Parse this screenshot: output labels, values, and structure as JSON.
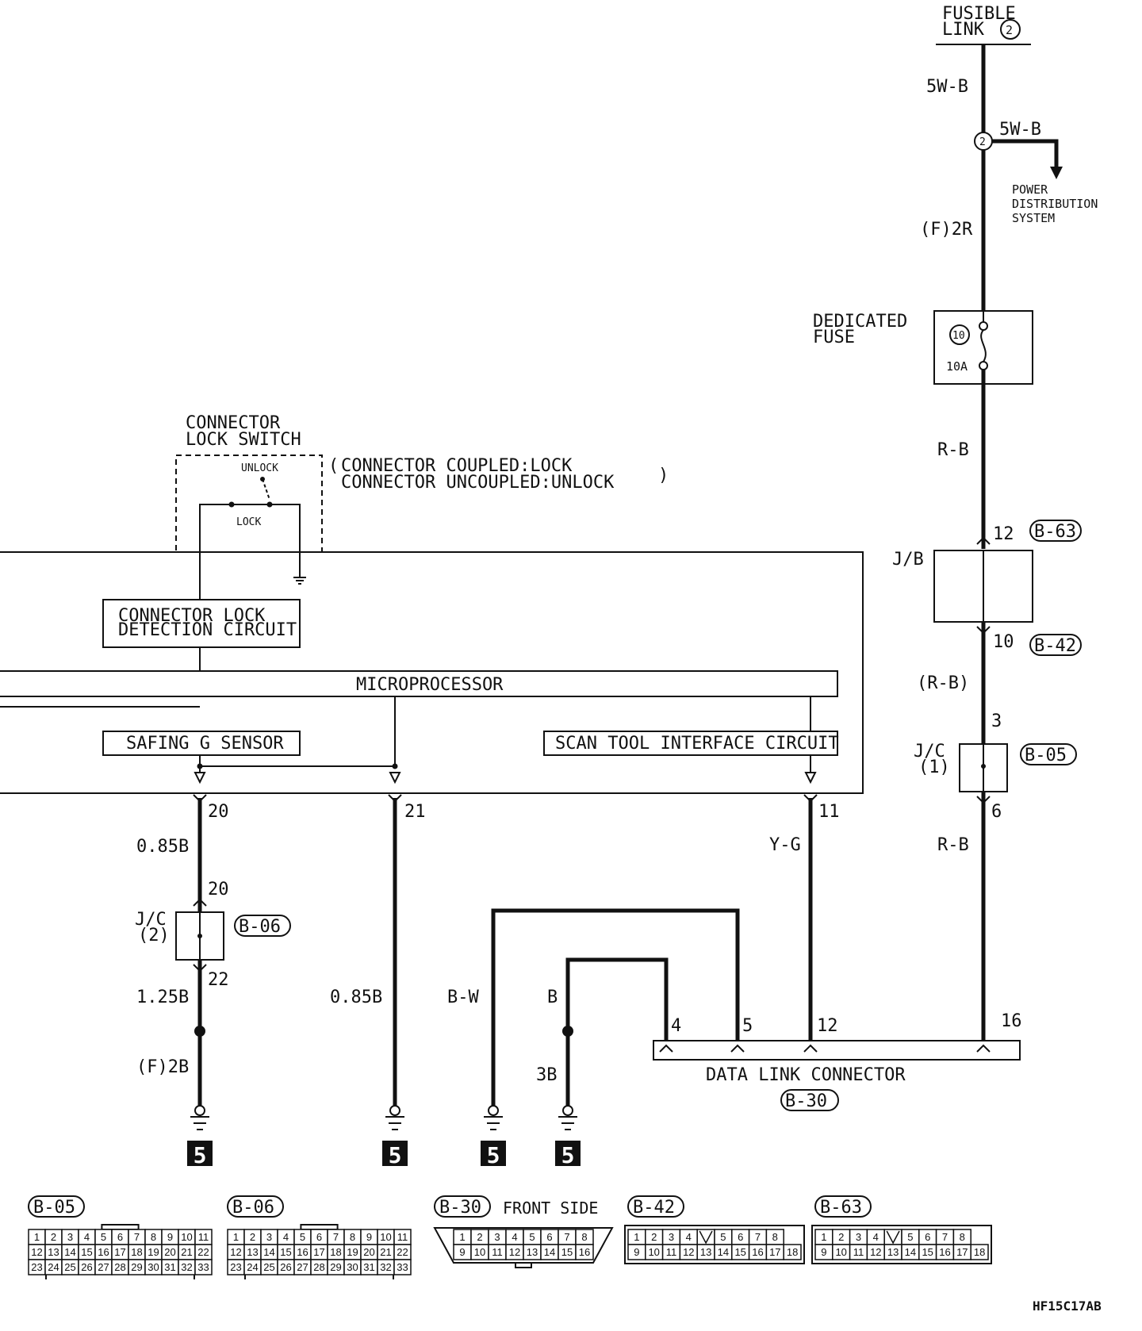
{
  "fusible_link": {
    "line1": "FUSIBLE",
    "line2": "LINK",
    "num": "2"
  },
  "wires": {
    "w_5wb_top": "5W-B",
    "w_5wb_branch": "5W-B",
    "w_f2r": "(F)2R",
    "w_rb1": "R-B",
    "w_rb_paren": "(R-B)",
    "w_rb2": "R-B",
    "w_085b_1": "0.85B",
    "w_125b": "1.25B",
    "w_f2b": "(F)2B",
    "w_085b_2": "0.85B",
    "w_bw": "B-W",
    "w_b": "B",
    "w_3b": "3B",
    "w_yg": "Y-G"
  },
  "splice_num": "2",
  "power_dist": {
    "line1": "POWER",
    "line2": "DISTRIBUTION",
    "line3": "SYSTEM"
  },
  "fuse": {
    "label1": "DEDICATED",
    "label2": "FUSE",
    "num": "10",
    "amp": "10A"
  },
  "jb": {
    "label": "J/B",
    "pin_top": "12",
    "conn_top": "B-63",
    "pin_bottom": "10",
    "conn_bottom": "B-42"
  },
  "jc1": {
    "label1": "J/C",
    "label2": "(1)",
    "pin_top": "3",
    "pin_bottom": "6",
    "conn": "B-05"
  },
  "jc2": {
    "label1": "J/C",
    "label2": "(2)",
    "pin_top": "20",
    "pin_bottom": "22",
    "conn": "B-06"
  },
  "lock_switch": {
    "title1": "CONNECTOR",
    "title2": "LOCK SWITCH",
    "unlock": "UNLOCK",
    "lock": "LOCK",
    "note1": "CONNECTOR COUPLED:LOCK",
    "note2": "CONNECTOR UNCOUPLED:UNLOCK"
  },
  "unit": {
    "lock_detect1": "CONNECTOR LOCK",
    "lock_detect2": "DETECTION CIRCUIT",
    "microprocessor": "MICROPROCESSOR",
    "safing": "SAFING G SENSOR",
    "scan_tool": "SCAN TOOL INTERFACE CIRCUIT",
    "pin20": "20",
    "pin21": "21",
    "pin11": "11"
  },
  "dlc": {
    "label": "DATA LINK CONNECTOR",
    "conn": "B-30",
    "pins": [
      "4",
      "5",
      "12",
      "16"
    ]
  },
  "ground_num": "5",
  "connectors": [
    {
      "id": "B-05",
      "rows": [
        [
          "1",
          "2",
          "3",
          "4",
          "5",
          "6",
          "7",
          "8",
          "9",
          "10",
          "11"
        ],
        [
          "12",
          "13",
          "14",
          "15",
          "16",
          "17",
          "18",
          "19",
          "20",
          "21",
          "22"
        ],
        [
          "23",
          "24",
          "25",
          "26",
          "27",
          "28",
          "29",
          "30",
          "31",
          "32",
          "33"
        ]
      ]
    },
    {
      "id": "B-06",
      "rows": [
        [
          "1",
          "2",
          "3",
          "4",
          "5",
          "6",
          "7",
          "8",
          "9",
          "10",
          "11"
        ],
        [
          "12",
          "13",
          "14",
          "15",
          "16",
          "17",
          "18",
          "19",
          "20",
          "21",
          "22"
        ],
        [
          "23",
          "24",
          "25",
          "26",
          "27",
          "28",
          "29",
          "30",
          "31",
          "32",
          "33"
        ]
      ]
    },
    {
      "id": "B-30",
      "caption": "FRONT SIDE",
      "rows": [
        [
          "1",
          "2",
          "3",
          "4",
          "5",
          "6",
          "7",
          "8"
        ],
        [
          "9",
          "10",
          "11",
          "12",
          "13",
          "14",
          "15",
          "16"
        ]
      ]
    },
    {
      "id": "B-42",
      "rows": [
        [
          "1",
          "2",
          "3",
          "4",
          "",
          "5",
          "6",
          "7",
          "8"
        ],
        [
          "9",
          "10",
          "11",
          "12",
          "13",
          "14",
          "15",
          "16",
          "17",
          "18"
        ]
      ]
    },
    {
      "id": "B-63",
      "rows": [
        [
          "1",
          "2",
          "3",
          "4",
          "",
          "5",
          "6",
          "7",
          "8"
        ],
        [
          "9",
          "10",
          "11",
          "12",
          "13",
          "14",
          "15",
          "16",
          "17",
          "18"
        ]
      ]
    }
  ],
  "figure_code": "HF15C17AB"
}
